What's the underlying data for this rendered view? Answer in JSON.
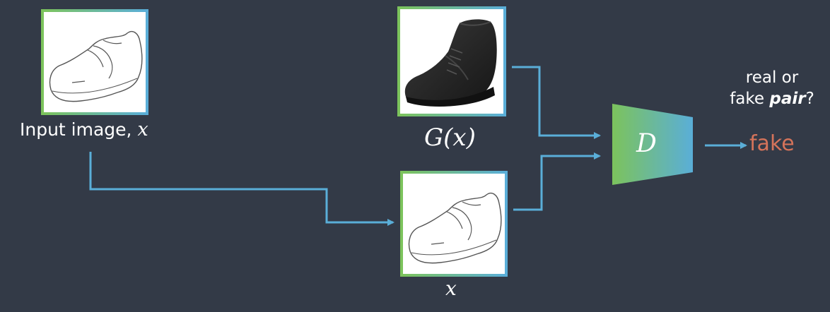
{
  "input": {
    "label": "Input image,",
    "variable": "x"
  },
  "generated": {
    "label": "G(x)"
  },
  "paired_input": {
    "label": "x"
  },
  "discriminator": {
    "label": "D"
  },
  "question": {
    "line1": "real or",
    "line2_prefix": "fake ",
    "line2_em": "pair",
    "line2_suffix": "?"
  },
  "output": {
    "label": "fake"
  },
  "colors": {
    "background": "#333a47",
    "arrow": "#5aaed8",
    "frame_left": "#7cc35c",
    "frame_right": "#5aaed8",
    "discriminator_left": "#7cc35c",
    "discriminator_right": "#5aaed8",
    "fake_text": "#d4735a"
  },
  "icons": {
    "input_image": "shoe-sketch-icon",
    "generated_image": "black-boot-icon",
    "paired_image": "shoe-sketch-icon"
  }
}
